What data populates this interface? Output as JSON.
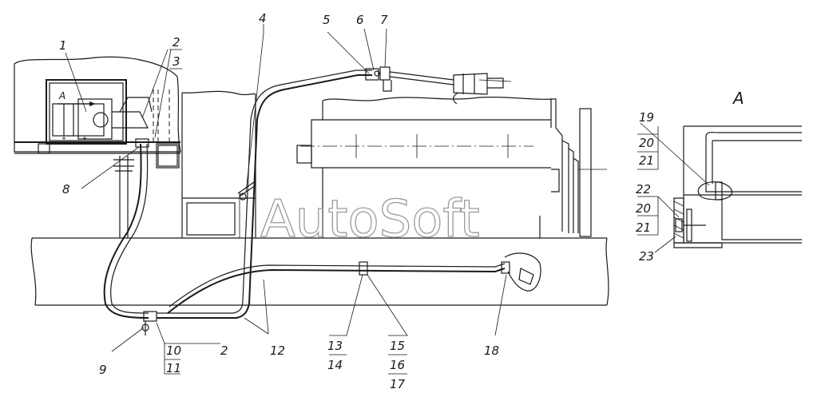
{
  "drawing": {
    "view_label": "A",
    "view_arrow_label": "A",
    "watermark": "AutoSoft",
    "callouts": [
      {
        "id": "c1",
        "text": "1"
      },
      {
        "id": "c2a",
        "text": "2"
      },
      {
        "id": "c3",
        "text": "3"
      },
      {
        "id": "c4",
        "text": "4"
      },
      {
        "id": "c5",
        "text": "5"
      },
      {
        "id": "c6",
        "text": "6"
      },
      {
        "id": "c7",
        "text": "7"
      },
      {
        "id": "c8",
        "text": "8"
      },
      {
        "id": "c9",
        "text": "9"
      },
      {
        "id": "c10",
        "text": "10"
      },
      {
        "id": "c11",
        "text": "11"
      },
      {
        "id": "c2b",
        "text": "2"
      },
      {
        "id": "c12",
        "text": "12"
      },
      {
        "id": "c13",
        "text": "13"
      },
      {
        "id": "c14",
        "text": "14"
      },
      {
        "id": "c15",
        "text": "15"
      },
      {
        "id": "c16",
        "text": "16"
      },
      {
        "id": "c17",
        "text": "17"
      },
      {
        "id": "c18",
        "text": "18"
      },
      {
        "id": "c19",
        "text": "19"
      },
      {
        "id": "c20a",
        "text": "20"
      },
      {
        "id": "c21a",
        "text": "21"
      },
      {
        "id": "c22",
        "text": "22"
      },
      {
        "id": "c20b",
        "text": "20"
      },
      {
        "id": "c21b",
        "text": "21"
      },
      {
        "id": "c23",
        "text": "23"
      }
    ]
  }
}
